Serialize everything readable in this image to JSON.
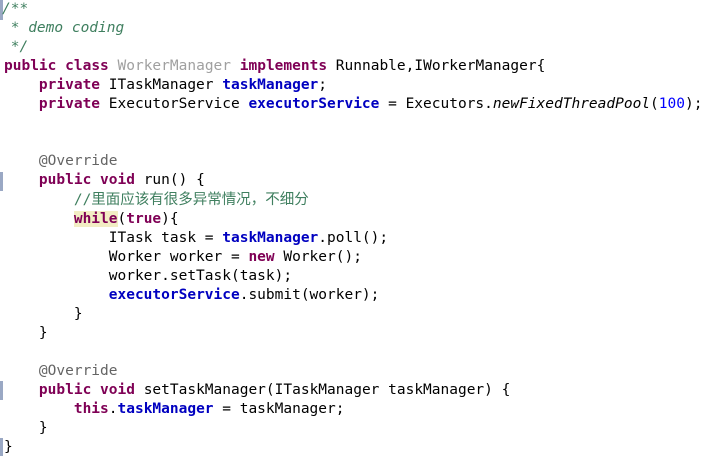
{
  "lines": [
    {
      "segments": [
        {
          "text": "/**",
          "style": "comment"
        }
      ]
    },
    {
      "segments": [
        {
          "text": " * demo coding",
          "style": "comment"
        }
      ]
    },
    {
      "segments": [
        {
          "text": " */",
          "style": "comment"
        }
      ]
    },
    {
      "segments": [
        {
          "text": "public",
          "style": "kw"
        },
        {
          "text": " ",
          "style": "plain"
        },
        {
          "text": "class",
          "style": "kw"
        },
        {
          "text": " ",
          "style": "plain"
        },
        {
          "text": "WorkerManager",
          "style": "unused"
        },
        {
          "text": " ",
          "style": "plain"
        },
        {
          "text": "implements",
          "style": "kw"
        },
        {
          "text": " Runnable,IWorkerManager{",
          "style": "plain"
        }
      ]
    },
    {
      "segments": [
        {
          "text": "    ",
          "style": "plain"
        },
        {
          "text": "private",
          "style": "kw"
        },
        {
          "text": " ITaskManager ",
          "style": "plain"
        },
        {
          "text": "taskManager",
          "style": "field-bold"
        },
        {
          "text": ";",
          "style": "plain"
        }
      ]
    },
    {
      "segments": [
        {
          "text": "    ",
          "style": "plain"
        },
        {
          "text": "private",
          "style": "kw"
        },
        {
          "text": " ExecutorService ",
          "style": "plain"
        },
        {
          "text": "executorService",
          "style": "field-bold"
        },
        {
          "text": " = Executors.",
          "style": "plain"
        },
        {
          "text": "newFixedThreadPool",
          "style": "static-method"
        },
        {
          "text": "(",
          "style": "plain"
        },
        {
          "text": "100",
          "style": "number"
        },
        {
          "text": ");",
          "style": "plain"
        }
      ]
    },
    {
      "segments": []
    },
    {
      "segments": []
    },
    {
      "segments": [
        {
          "text": "    ",
          "style": "plain"
        },
        {
          "text": "@Override",
          "style": "annotation"
        }
      ]
    },
    {
      "segments": [
        {
          "text": "    ",
          "style": "plain"
        },
        {
          "text": "public",
          "style": "kw"
        },
        {
          "text": " ",
          "style": "plain"
        },
        {
          "text": "void",
          "style": "kw"
        },
        {
          "text": " run() {",
          "style": "plain"
        }
      ]
    },
    {
      "segments": [
        {
          "text": "        ",
          "style": "plain"
        },
        {
          "text": "//里面应该有很多异常情况，不细分",
          "style": "comment-plain"
        }
      ]
    },
    {
      "segments": [
        {
          "text": "        ",
          "style": "plain"
        },
        {
          "text": "while",
          "style": "kw-highlight"
        },
        {
          "text": "(",
          "style": "plain"
        },
        {
          "text": "true",
          "style": "kw"
        },
        {
          "text": "){",
          "style": "plain"
        }
      ]
    },
    {
      "segments": [
        {
          "text": "            ITask task = ",
          "style": "plain"
        },
        {
          "text": "taskManager",
          "style": "field-bold"
        },
        {
          "text": ".poll();",
          "style": "plain"
        }
      ]
    },
    {
      "segments": [
        {
          "text": "            Worker worker = ",
          "style": "plain"
        },
        {
          "text": "new",
          "style": "kw"
        },
        {
          "text": " Worker();",
          "style": "plain"
        }
      ]
    },
    {
      "segments": [
        {
          "text": "            worker.setTask(task);",
          "style": "plain"
        }
      ]
    },
    {
      "segments": [
        {
          "text": "            ",
          "style": "plain"
        },
        {
          "text": "executorService",
          "style": "field-bold"
        },
        {
          "text": ".submit(worker);",
          "style": "plain"
        }
      ]
    },
    {
      "segments": [
        {
          "text": "        }",
          "style": "plain"
        }
      ]
    },
    {
      "segments": [
        {
          "text": "    }",
          "style": "plain"
        }
      ]
    },
    {
      "segments": []
    },
    {
      "segments": [
        {
          "text": "    ",
          "style": "plain"
        },
        {
          "text": "@Override",
          "style": "annotation"
        }
      ]
    },
    {
      "segments": [
        {
          "text": "    ",
          "style": "plain"
        },
        {
          "text": "public",
          "style": "kw"
        },
        {
          "text": " ",
          "style": "plain"
        },
        {
          "text": "void",
          "style": "kw"
        },
        {
          "text": " setTaskManager(ITaskManager taskManager) {",
          "style": "plain"
        }
      ]
    },
    {
      "segments": [
        {
          "text": "        ",
          "style": "plain"
        },
        {
          "text": "this",
          "style": "kw"
        },
        {
          "text": ".",
          "style": "plain"
        },
        {
          "text": "taskManager",
          "style": "field-bold"
        },
        {
          "text": " = taskManager;",
          "style": "plain"
        }
      ]
    },
    {
      "segments": [
        {
          "text": "    }",
          "style": "plain"
        }
      ]
    },
    {
      "segments": [
        {
          "text": "}",
          "style": "plain"
        }
      ]
    }
  ],
  "colors": {
    "keyword": "#7f0055",
    "comment": "#3f7f5f",
    "field": "#0000c0",
    "annotation": "#646464",
    "number": "#0000ff",
    "unused_class": "#a0a0a0",
    "highlight": "#f2edc4",
    "gutter": "#9aa8c4"
  }
}
